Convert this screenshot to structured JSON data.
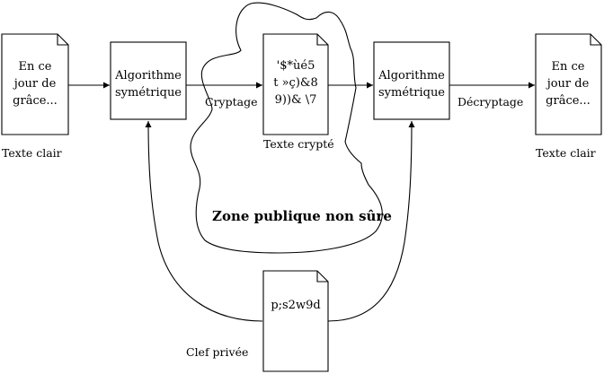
{
  "plain_doc_left": [
    "En ce",
    "jour de",
    "grâce..."
  ],
  "plain_doc_right": [
    "En ce",
    "jour de",
    "grâce..."
  ],
  "algo_left": [
    "Algorithme",
    "symétrique"
  ],
  "algo_right": [
    "Algorithme",
    "symétrique"
  ],
  "cipher_doc": [
    "'$*ùé5",
    "t »ç)&8",
    "9))& \\7"
  ],
  "key_doc": [
    "p;s2w9d"
  ],
  "labels": {
    "plain_left": "Texte clair",
    "plain_right": "Texte clair",
    "cryptage": "Cryptage",
    "decryptage": "Décryptage",
    "cipher": "Texte crypté",
    "key": "Clef privée",
    "zone": "Zone publique non sûre"
  }
}
